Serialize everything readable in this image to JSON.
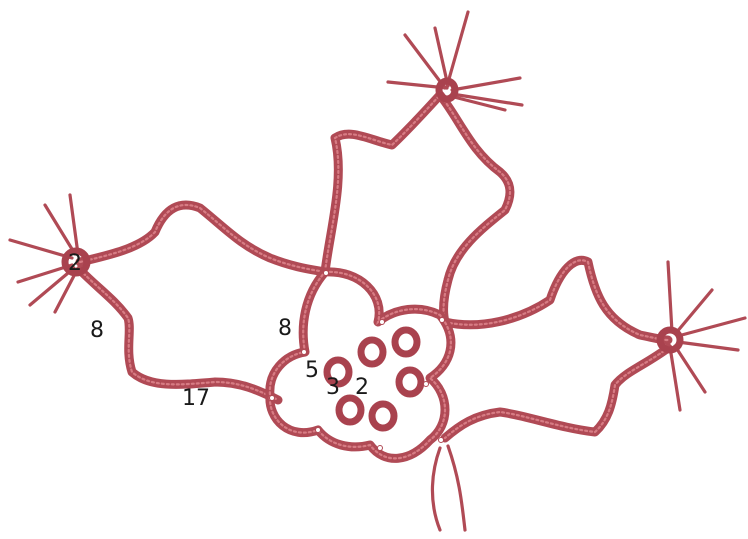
{
  "image": {
    "subject": "tatted-lace-holly-motif",
    "colors": {
      "thread": "#b04a55",
      "thread_highlight": "#d77c84",
      "background": "#ffffff",
      "label_text": "#1a1a1a"
    }
  },
  "labels": {
    "left_ring_count": "2",
    "left_leaf_side_count": "8",
    "inner_leaf_count": "8",
    "bottom_leaf_count": "17",
    "center_count_5": "5",
    "center_count_3": "3",
    "center_count_2": "2"
  }
}
